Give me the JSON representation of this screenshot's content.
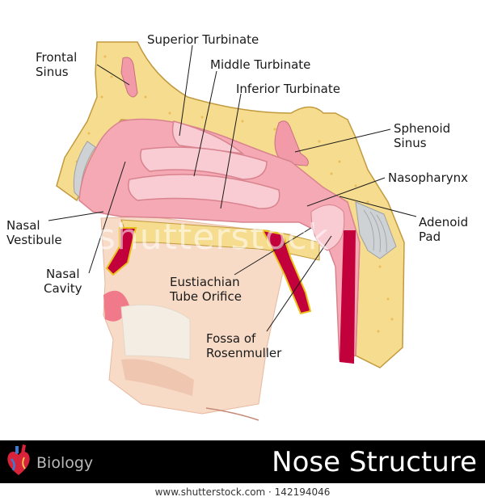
{
  "diagram": {
    "labels": {
      "frontal_sinus": [
        "Frontal",
        "Sinus"
      ],
      "superior_turbinate": "Superior Turbinate",
      "middle_turbinate": "Middle Turbinate",
      "inferior_turbinate": "Inferior Turbinate",
      "sphenoid_sinus": [
        "Sphenoid",
        "Sinus"
      ],
      "nasopharynx": "Nasopharynx",
      "adenoid_pad": [
        "Adenoid",
        "Pad"
      ],
      "nasal_vestibule": [
        "Nasal",
        "Vestibule"
      ],
      "nasal_cavity": [
        "Nasal",
        "Cavity"
      ],
      "eustachian_tube_orifice": [
        "Eustiachian",
        "Tube Orifice"
      ],
      "fossa_of_rosenmuller": [
        "Fossa of",
        "Rosenmuller"
      ]
    },
    "watermark": "shutterstock",
    "colors": {
      "bone": "#f6dc8e",
      "mucosa": "#f4a9b4",
      "mucosa_light": "#f9cbd2",
      "skin": "#f7dbc7",
      "crimson": "#c2003c",
      "yellow_line": "#e8c21a",
      "cartilage": "#cfd2d4"
    }
  },
  "banner": {
    "subject": "Biology",
    "title": "Nose Structure",
    "icon": "heart-icon"
  },
  "footer": {
    "text": "www.shutterstock.com · 142194046"
  }
}
